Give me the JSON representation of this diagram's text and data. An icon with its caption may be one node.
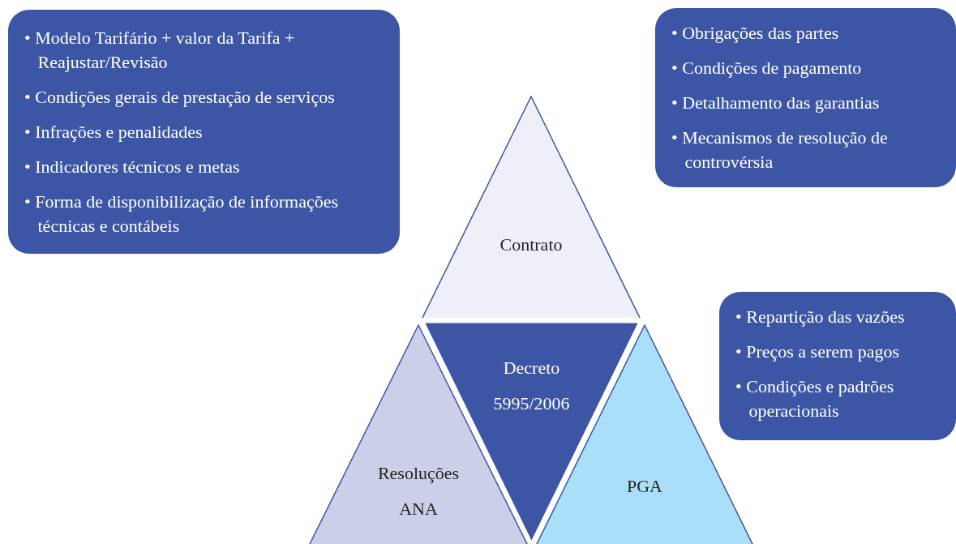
{
  "diagram": {
    "nodes": [
      {
        "text": [
          "• Modelo Tarifário + valor da Tarifa + Reajustar/Revisão",
          "• Condições gerais de prestação de serviços",
          "• Infrações e penalidades",
          "• Indicadores técnicos e metas",
          "• Forma de disponibilização de informações técnicas e contábeis"
        ]
      },
      {
        "text": [
          "• Obrigações das partes",
          "• Condições de pagamento",
          "• Detalhamento das garantias",
          "• Mecanismos de resolução de controvérsia"
        ]
      },
      {
        "text": [
          "Contrato"
        ]
      },
      {
        "text": [
          "• Repartição das vazões",
          "• Preços a serem pagos",
          "• Condições e padrões operacionais"
        ]
      },
      {
        "text": [
          "Decreto 5995/2006"
        ]
      },
      {
        "text": [
          "Resoluções ANA"
        ]
      },
      {
        "text": [
          "PGA"
        ]
      }
    ]
  }
}
